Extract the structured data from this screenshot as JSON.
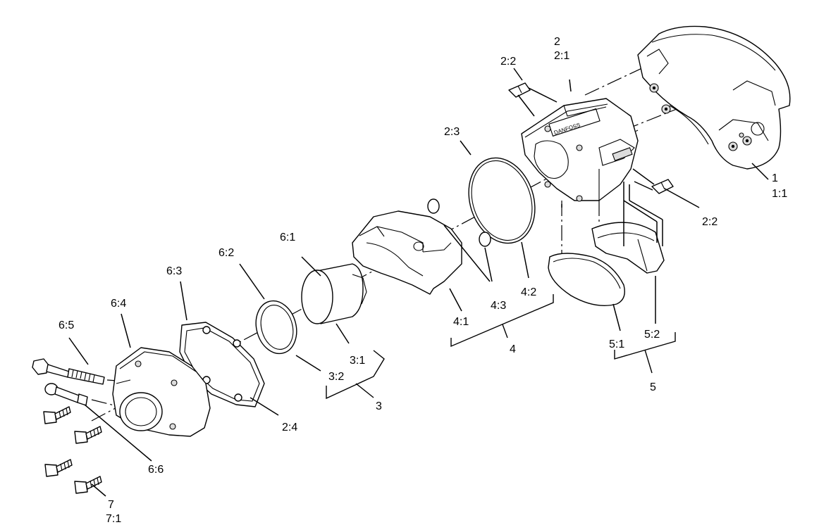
{
  "labels": {
    "l1": "1",
    "l1_1": "1:1",
    "l2": "2",
    "l2_1": "2:1",
    "l2_2a": "2:2",
    "l2_2b": "2:2",
    "l2_3": "2:3",
    "l2_4": "2:4",
    "l3": "3",
    "l3_1": "3:1",
    "l3_2": "3:2",
    "l4": "4",
    "l4_1": "4:1",
    "l4_2": "4:2",
    "l4_3": "4:3",
    "l5": "5",
    "l5_1": "5:1",
    "l5_2": "5:2",
    "l6_1": "6:1",
    "l6_2": "6:2",
    "l6_3": "6:3",
    "l6_4": "6:4",
    "l6_5": "6:5",
    "l6_6": "6:6",
    "l7": "7",
    "l7_1": "7:1"
  }
}
